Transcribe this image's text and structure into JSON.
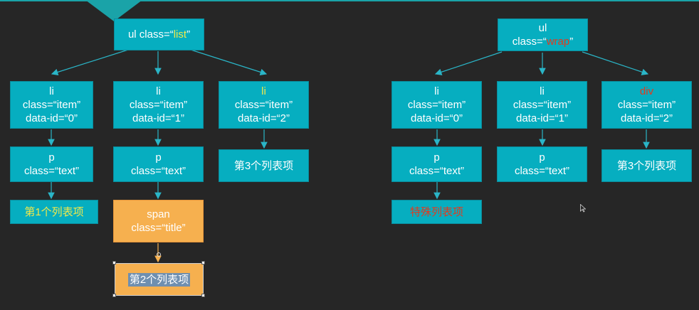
{
  "colors": {
    "box": "#06aec0",
    "orange": "#f6b04f",
    "highlight_yellow": "#f2e84a",
    "highlight_red": "#e23a1e",
    "background": "#262626"
  },
  "left_tree": {
    "root": {
      "prefix": "ul class=“",
      "value": "list",
      "suffix": "”"
    },
    "items": [
      {
        "tag": "li",
        "attrs": "class=“item”\ndata-id=“0”"
      },
      {
        "tag": "li",
        "attrs": "class=“item”\ndata-id=“1”"
      },
      {
        "tag": "li",
        "attrs": "class=“item”\ndata-id=“2”"
      }
    ],
    "p_nodes": [
      "p\nclass=“text”",
      "p\nclass=“text”"
    ],
    "leaf_text_1": "第1个列表项",
    "span_node": "span\nclass=“title”",
    "leaf_text_2": "第2个列表项",
    "leaf_text_3": "第3个列表项"
  },
  "right_tree": {
    "root": {
      "tag": "ul",
      "prefix": "class=“",
      "value": "wrap",
      "suffix": "”"
    },
    "items": [
      {
        "tag": "li",
        "attrs": "class=“item”\ndata-id=“0”"
      },
      {
        "tag": "li",
        "attrs": "class=“item”\ndata-id=“1”"
      },
      {
        "tag": "div",
        "attrs": "class=“item”\ndata-id=“2”"
      }
    ],
    "p_nodes": [
      "p\nclass=“text”",
      "p\nclass=“text”"
    ],
    "leaf_special": "特殊列表项",
    "leaf_text_3": "第3个列表项"
  }
}
